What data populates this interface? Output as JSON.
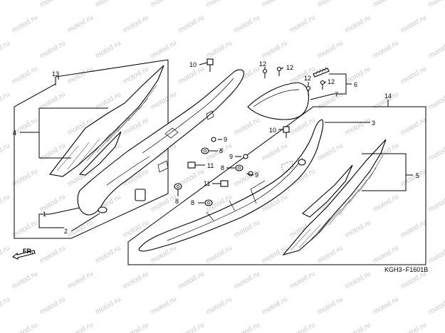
{
  "watermark": "motod.ru",
  "drawing_code": "KGH3−F1601B",
  "direction_label": "FR.",
  "callouts": {
    "c1": "1",
    "c2": "2",
    "c3": "3",
    "c4": "4",
    "c5": "5",
    "c6": "6",
    "c7": "7",
    "c8a": "8",
    "c8b": "8",
    "c8c": "8",
    "c8d": "8",
    "c9a": "9",
    "c9b": "9",
    "c9c": "9",
    "c10a": "10",
    "c10b": "10",
    "c11a": "11",
    "c11b": "11",
    "c12a": "12",
    "c12b": "12",
    "c12c": "12",
    "c12d": "12",
    "c13": "13",
    "c14": "14"
  }
}
